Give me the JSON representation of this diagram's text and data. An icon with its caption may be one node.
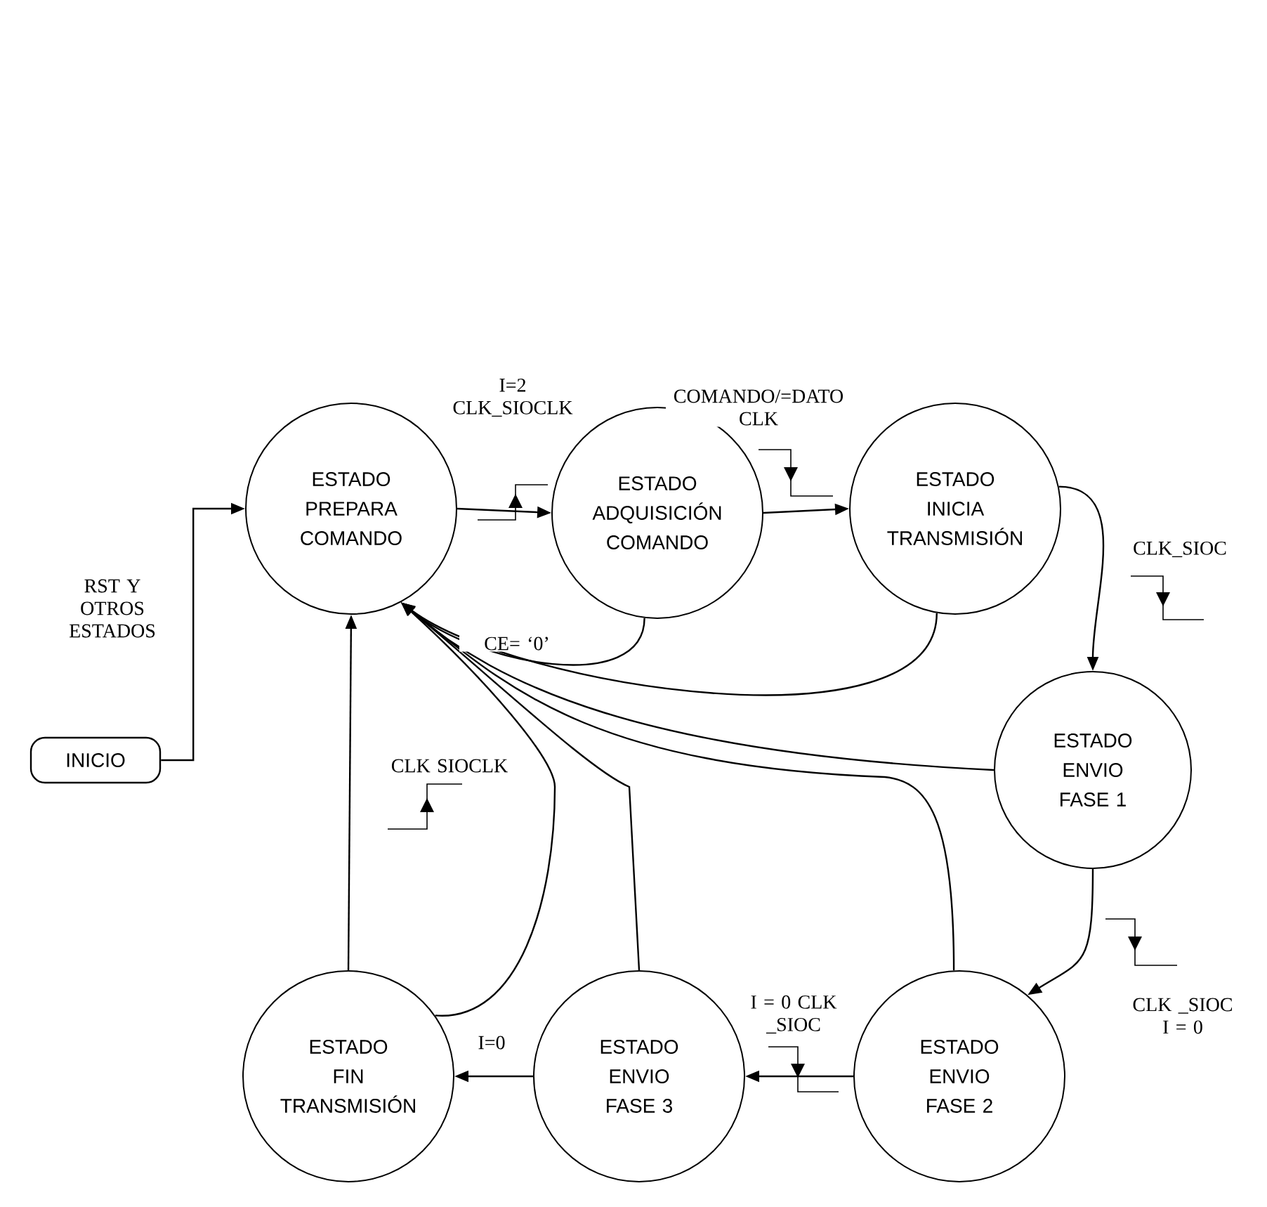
{
  "diagram": {
    "nodes": [
      {
        "text": [
          "INICIO"
        ]
      },
      {
        "text": [
          "ESTADO PREPARA COMANDO"
        ]
      },
      {
        "text": [
          "ESTADO ADQUISICIÓN COMANDO"
        ]
      },
      {
        "text": [
          "ESTADO INICIA TRANSMISIÓN"
        ]
      },
      {
        "text": [
          "ESTADO ENVIO FASE 1"
        ]
      },
      {
        "text": [
          "ESTADO ENVIO FASE 2"
        ]
      },
      {
        "text": [
          "ESTADO ENVIO FASE 3"
        ]
      },
      {
        "text": [
          "ESTADO FIN TRANSMISIÓN"
        ]
      }
    ],
    "edges": [
      {
        "from": 0,
        "to": 1,
        "arrow": "to",
        "label": "RST Y OTROS ESTADOS"
      },
      {
        "from": 1,
        "to": 2,
        "arrow": "to",
        "label": "I=2 CLK_SIOCLK"
      },
      {
        "from": 2,
        "to": 3,
        "arrow": "to",
        "label": "COMANDO/=DATO CLK"
      },
      {
        "from": 3,
        "to": 4,
        "arrow": "to",
        "label": "CLK_SIOC"
      },
      {
        "from": 4,
        "to": 5,
        "arrow": "to",
        "label": "CLK _SIOC I = 0"
      },
      {
        "from": 5,
        "to": 6,
        "arrow": "to",
        "label": "I = 0 CLK _SIOC"
      },
      {
        "from": 6,
        "to": 7,
        "arrow": "to",
        "label": "I=0"
      },
      {
        "from": 7,
        "to": 1,
        "arrow": "to",
        "label": "CLK  SIOCLK"
      },
      {
        "from": 2,
        "to": 1,
        "arrow": "to",
        "label": "CE= ‘0’"
      },
      {
        "from": 3,
        "to": 1,
        "arrow": "to"
      },
      {
        "from": 4,
        "to": 1,
        "arrow": "to"
      },
      {
        "from": 5,
        "to": 1,
        "arrow": "to"
      },
      {
        "from": 6,
        "to": 1,
        "arrow": "to"
      },
      {
        "from": 7,
        "to": 1,
        "arrow": "to"
      }
    ]
  }
}
